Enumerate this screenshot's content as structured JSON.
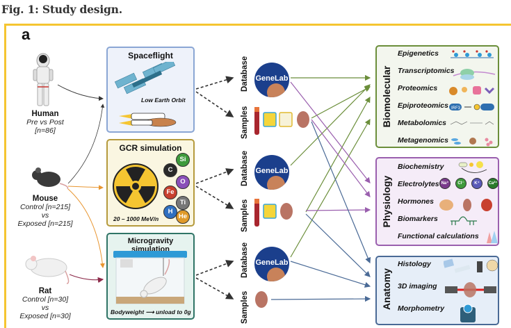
{
  "figure": {
    "title": "Fig. 1: Study design.",
    "panel_letter": "a"
  },
  "subjects": [
    {
      "name": "Human",
      "line1": "Pre vs Post",
      "line2": "[n=86]",
      "line3": ""
    },
    {
      "name": "Mouse",
      "line1": "Control [n=215]",
      "line2": "vs",
      "line3": "Exposed [n=215]"
    },
    {
      "name": "Rat",
      "line1": "Control [n=30]",
      "line2": "vs",
      "line3": "Exposed [n=30]"
    }
  ],
  "conditions": {
    "spaceflight": {
      "title": "Spaceflight",
      "caption": "Low Earth Orbit",
      "color": "#8aa6d4"
    },
    "gcr": {
      "title": "GCR simulation",
      "caption": "20 – 1000 MeV/n",
      "color": "#b59a3c",
      "ions": [
        "Si",
        "C",
        "O",
        "Fe",
        "Ti",
        "H",
        "He"
      ]
    },
    "microgravity": {
      "title": "Microgravity simulation",
      "caption_left": "Bodyweight",
      "caption_right": "unload to 0g",
      "color": "#2f7466"
    }
  },
  "data_sources": {
    "database_label": "Database",
    "samples_label": "Samples",
    "logo_text": "GeneLab"
  },
  "outcomes": {
    "biomolecular": {
      "title": "Biomolecular",
      "color": "#6b8e3a",
      "items": [
        "Epigenetics",
        "Transcriptomics",
        "Proteomics",
        "Epiproteomics",
        "Metabolomics",
        "Metagenomics"
      ],
      "epiproteomics_tag": "IRF3",
      "epiproteomics_p": "P"
    },
    "physiology": {
      "title": "Physiology",
      "color": "#9a5fae",
      "items": [
        "Biochemistry",
        "Electrolytes",
        "Hormones",
        "Biomarkers",
        "Functional calculations"
      ],
      "electrolytes": [
        "Na⁺",
        "Cl⁻",
        "K⁺",
        "Ca²⁺"
      ]
    },
    "anatomy": {
      "title": "Anatomy",
      "color": "#4a6a96",
      "items": [
        "Histology",
        "3D imaging",
        "Morphometry"
      ]
    }
  }
}
